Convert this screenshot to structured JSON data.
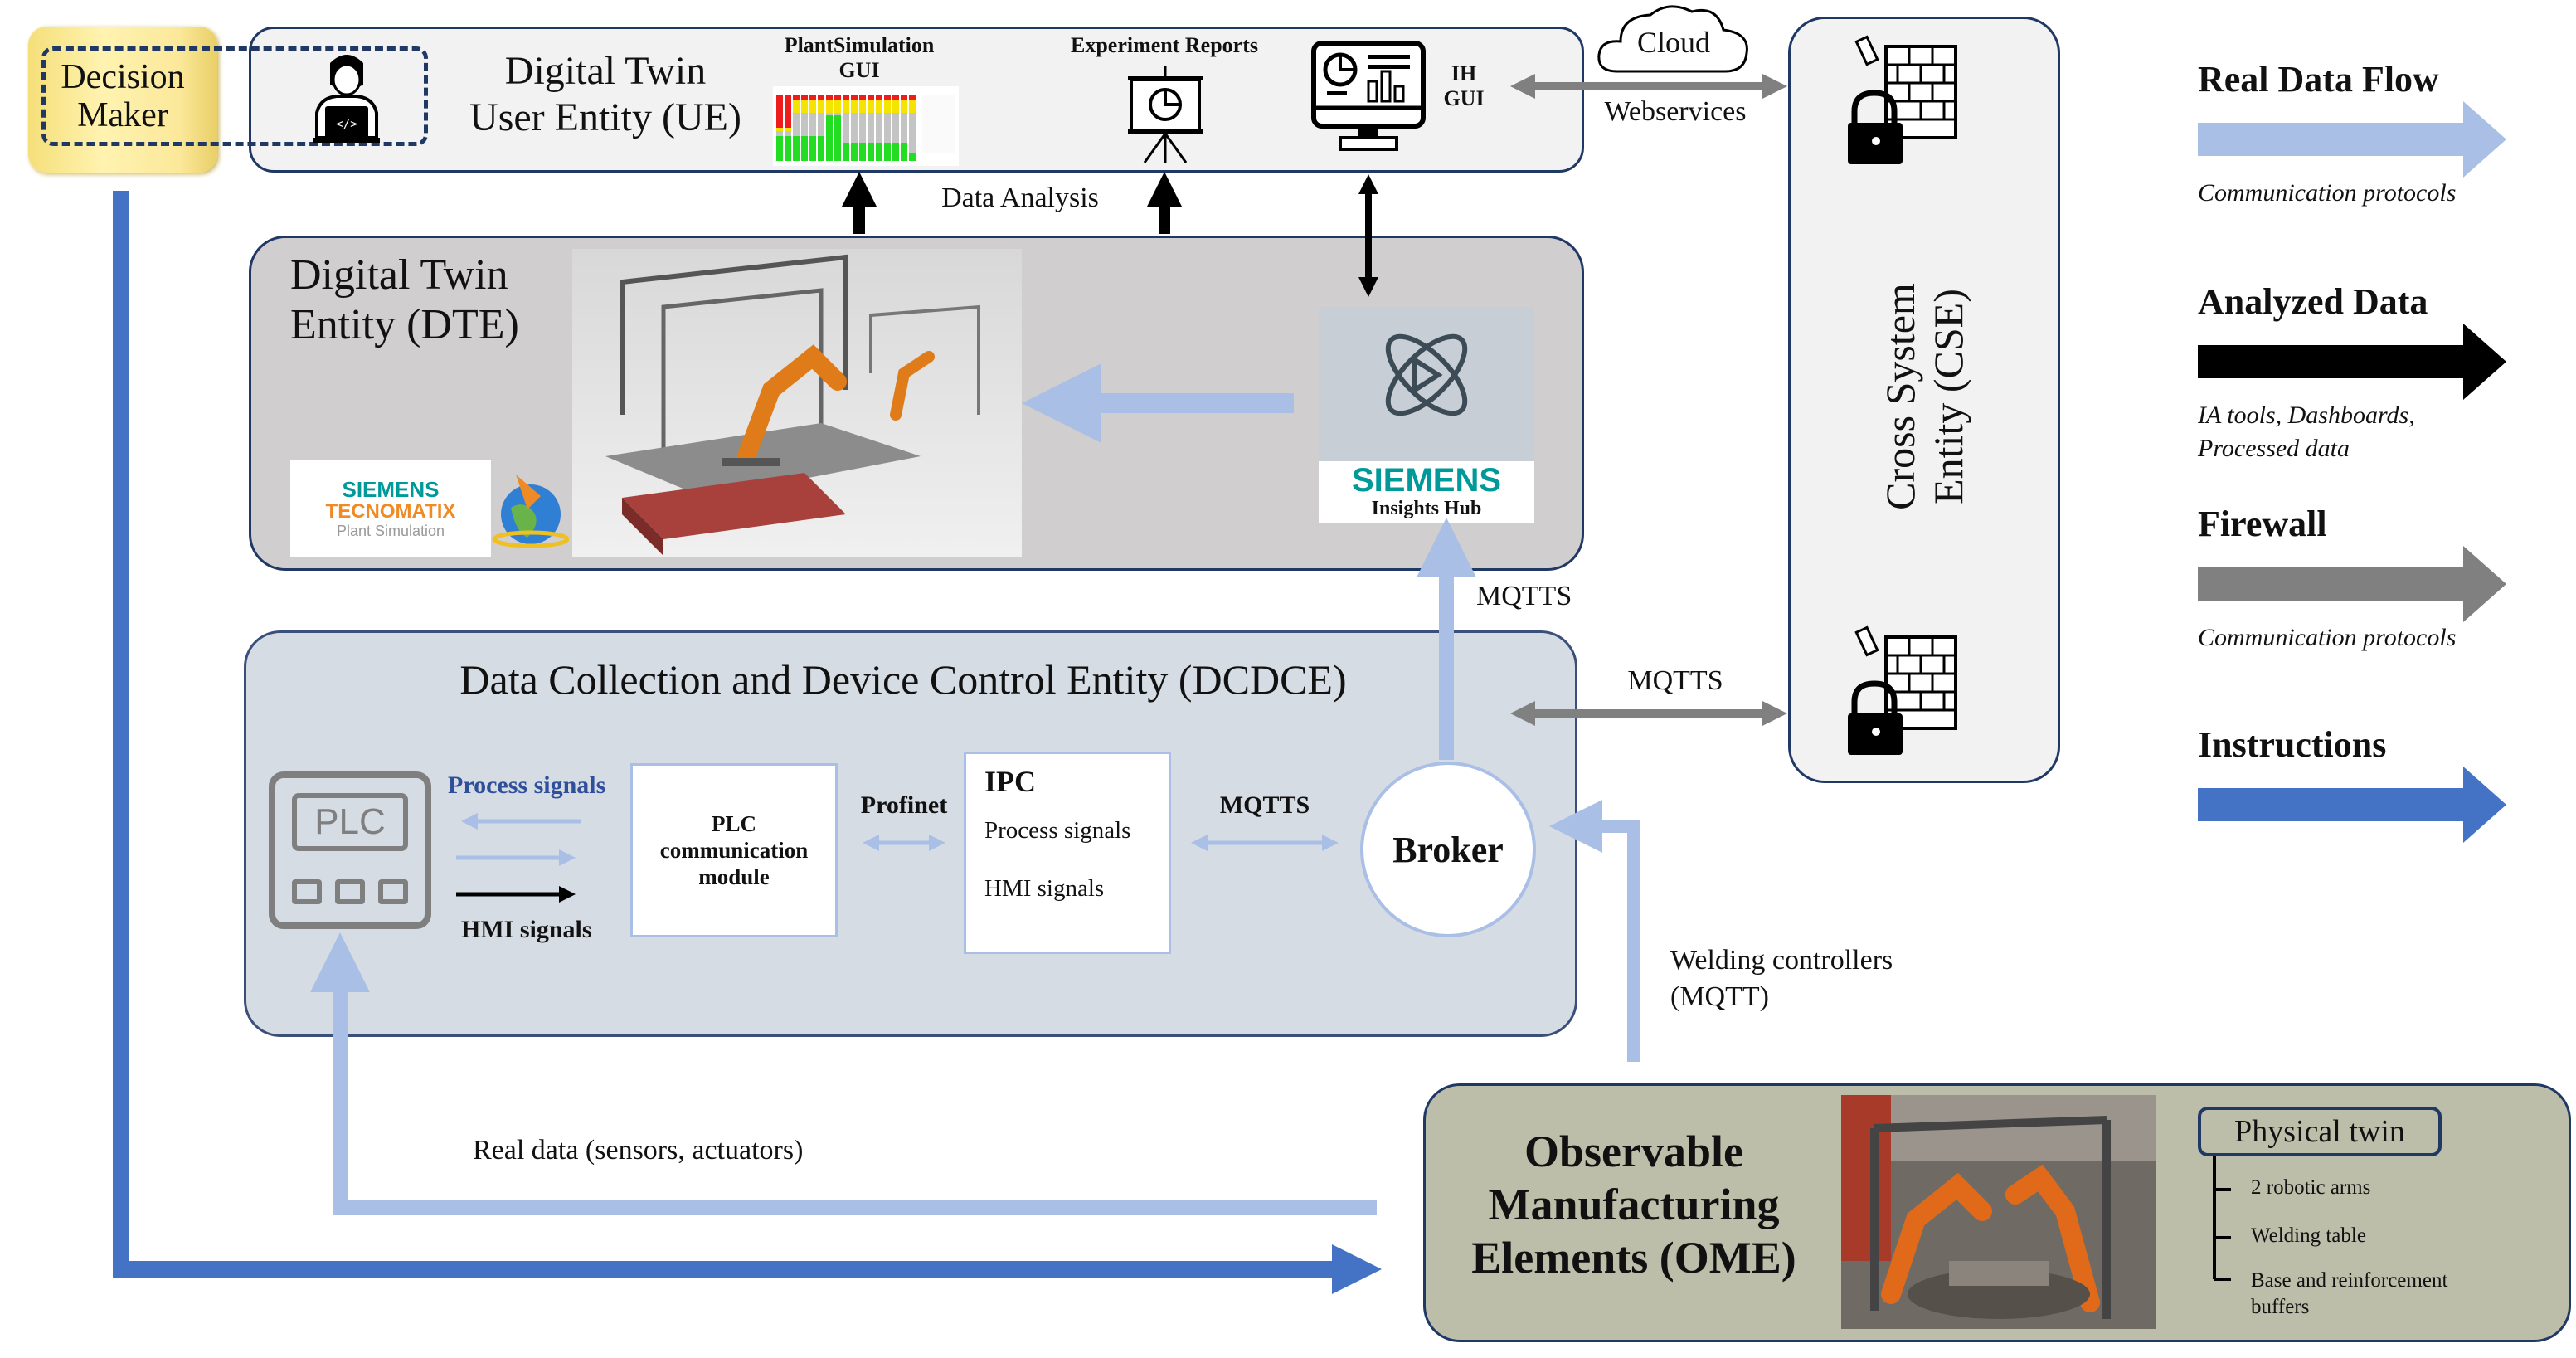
{
  "decision_maker": {
    "label_line1": "Decision",
    "label_line2": "Maker"
  },
  "user_entity": {
    "title_line1": "Digital Twin",
    "title_line2": "User Entity (UE)",
    "plantsim_label_line1": "PlantSimulation",
    "plantsim_label_line2": "GUI",
    "experiment_reports_label": "Experiment Reports",
    "ih_gui_line1": "IH",
    "ih_gui_line2": "GUI"
  },
  "cloud": {
    "label": "Cloud",
    "webservices_label": "Webservices"
  },
  "data_analysis_label": "Data Analysis",
  "digital_twin_entity": {
    "title_line1": "Digital Twin",
    "title_line2": "Entity (DTE)",
    "tecnomatix_logo": {
      "brand": "SIEMENS",
      "product": "TECNOMATIX",
      "sub": "Plant Simulation"
    },
    "insights_hub_logo": {
      "brand": "SIEMENS",
      "product": "Insights Hub"
    }
  },
  "mqtts_vertical_label": "MQTTS",
  "cross_system_entity": {
    "title_line1": "Cross System",
    "title_line2": "Entity (CSE)",
    "mqtts_label": "MQTTS"
  },
  "dcdce": {
    "title": "Data Collection and Device Control Entity (DCDCE)",
    "plc_label": "PLC",
    "process_signals_label": "Process signals",
    "hmi_signals_label": "HMI signals",
    "plc_comm_module": [
      "PLC",
      "communication",
      "module"
    ],
    "profinet_label": "Profinet",
    "ipc": {
      "title": "IPC",
      "line1": "Process signals",
      "line2": "HMI signals"
    },
    "mqtts_label": "MQTTS",
    "broker_label": "Broker"
  },
  "welding_controllers_label_line1": "Welding controllers",
  "welding_controllers_label_line2": "(MQTT)",
  "real_data_label": "Real data (sensors, actuators)",
  "ome": {
    "title_line1": "Observable",
    "title_line2": "Manufacturing",
    "title_line3": "Elements (OME)",
    "physical_twin_label": "Physical twin",
    "items": [
      "2 robotic arms",
      "Welding table",
      "Base and reinforcement",
      "buffers"
    ]
  },
  "legend": [
    {
      "title": "Real Data Flow",
      "sub1": "Communication protocols",
      "sub2": "",
      "color": "#a9bfe6"
    },
    {
      "title": "Analyzed Data",
      "sub1": "IA tools, Dashboards,",
      "sub2": "Processed data",
      "color": "#000000"
    },
    {
      "title": "Firewall",
      "sub1": "Communication protocols",
      "sub2": "",
      "color": "#808080"
    },
    {
      "title": "Instructions",
      "sub1": "",
      "sub2": "",
      "color": "#4472c4"
    }
  ],
  "colors": {
    "light_blue": "#a9bfe6",
    "dark_blue": "#4472c4",
    "gray": "#808080",
    "outline": "#1f3864"
  }
}
